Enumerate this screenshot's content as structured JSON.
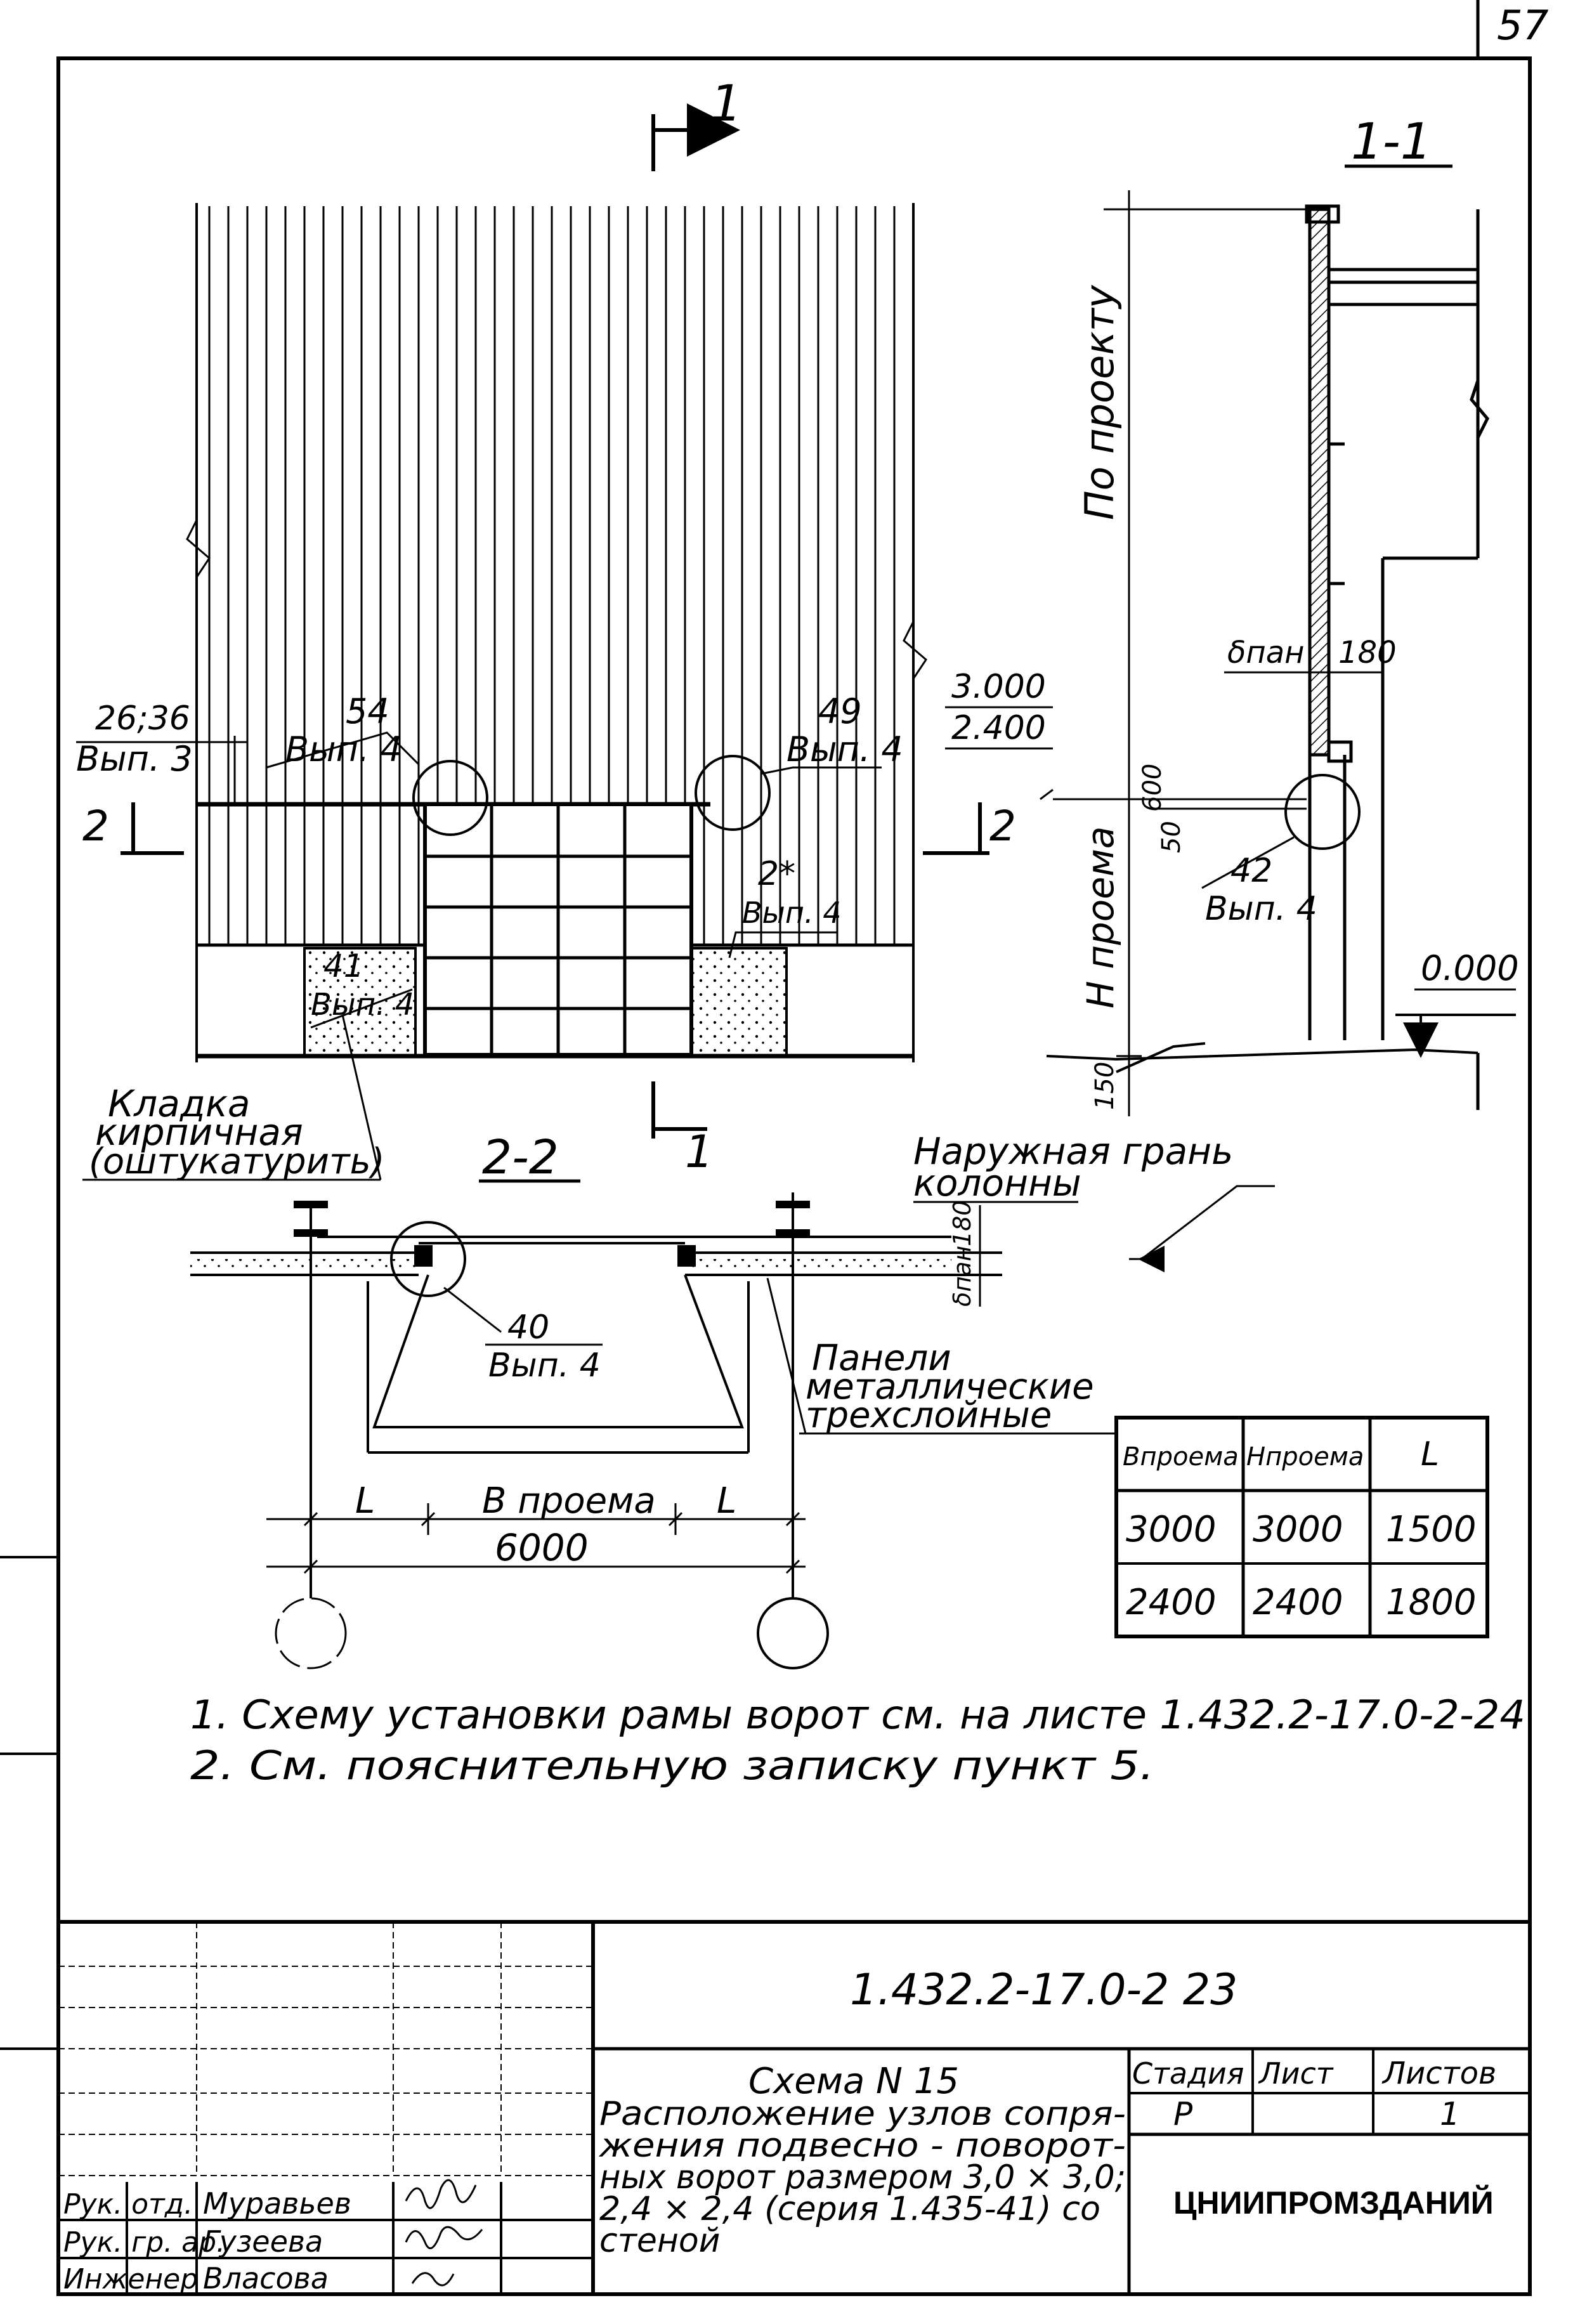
{
  "sheet_number": "57",
  "elevation": {
    "section_mark": "1",
    "section_mark_bottom": "1",
    "section_2_left": "2",
    "section_2_right": "2",
    "callouts": [
      {
        "id": "54",
        "sheet": "Вып. 4"
      },
      {
        "id": "49",
        "sheet": "Вып. 4"
      },
      {
        "id": "2*",
        "sheet": "Вып. 4"
      },
      {
        "id": "41",
        "sheet": "Вып. 4"
      }
    ],
    "left_callout": {
      "id": "26;36",
      "sheet": "Вып. 3"
    },
    "levels": {
      "top": "3.000",
      "bottom": "2.400"
    },
    "masonry_note": [
      "Кладка",
      "кирпичная",
      "(оштукатурить)"
    ]
  },
  "section_1_1": {
    "title": "1-1",
    "height_label": "По проекту",
    "opening_height_label": "Н проема",
    "dims": {
      "600": "600",
      "50": "50",
      "150": "150"
    },
    "panel_label": "δпан",
    "panel_offset": "180",
    "callout": {
      "id": "42",
      "sheet": "Вып. 4"
    },
    "ground_level": "0.000"
  },
  "section_2_2": {
    "title": "2-2",
    "column_note": [
      "Наружная грань",
      "колонны"
    ],
    "dim_180": "180",
    "panel_label": "δпан",
    "callout": {
      "id": "40",
      "sheet": "Вып. 4"
    },
    "panels_note": [
      "Панели",
      "металлические",
      "трехслойные"
    ],
    "dim_L_left": "L",
    "dim_opening": "В проема",
    "dim_L_right": "L",
    "dim_total": "6000"
  },
  "table": {
    "headers": [
      "Впроема",
      "Нпроема",
      "L"
    ],
    "rows": [
      [
        "3000",
        "3000",
        "1500"
      ],
      [
        "2400",
        "2400",
        "1800"
      ]
    ]
  },
  "notes": [
    "1. Схему установки рамы ворот см. на листе 1.432.2-17.0-2-24",
    "2. См. пояснительную записку пункт 5."
  ],
  "title_block": {
    "code": "1.432.2-17.0-2 23",
    "title_lines": [
      "Схема N 15",
      "Расположение узлов сопря-",
      "жения подвесно - поворот-",
      "ных ворот размером 3,0 × 3,0;",
      "2,4 × 2,4 (серия 1.435-41) со",
      "стеной"
    ],
    "stage_header": "Стадия",
    "sheet_header": "Лист",
    "sheets_header": "Листов",
    "stage_value": "Р",
    "sheet_value": "",
    "sheets_value": "1",
    "organization": "ЦНИИПРОМЗДАНИЙ",
    "signatures": [
      {
        "role": "Рук. отд.",
        "name": "Муравьев"
      },
      {
        "role": "Рук. гр. ар.",
        "name": "Гузеева"
      },
      {
        "role": "Инженер",
        "name": "Власова"
      }
    ]
  }
}
